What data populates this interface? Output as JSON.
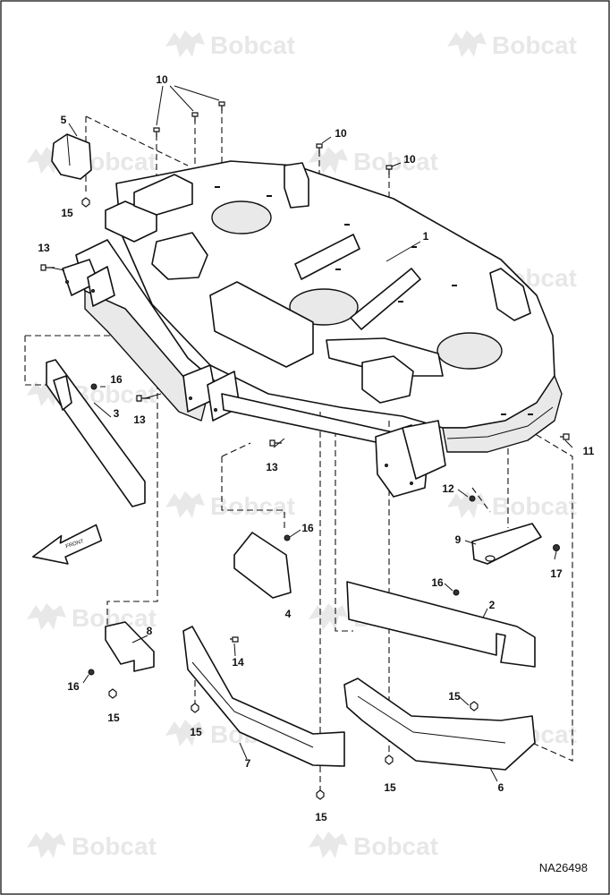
{
  "watermark": {
    "brand": "Bobcat",
    "icon": "bobcat-logo-icon"
  },
  "drawing_number": "NA26498",
  "front_arrow_label": "FRONT",
  "callouts": {
    "c1": "1",
    "c2": "2",
    "c3": "3",
    "c4": "4",
    "c5": "5",
    "c6": "6",
    "c7": "7",
    "c8": "8",
    "c9": "9",
    "c10a": "10",
    "c10b": "10",
    "c10c": "10",
    "c11": "11",
    "c12": "12",
    "c13a": "13",
    "c13b": "13",
    "c13c": "13",
    "c14": "14",
    "c15a": "15",
    "c15b": "15",
    "c15c": "15",
    "c15d": "15",
    "c15e": "15",
    "c15f": "15",
    "c16a": "16",
    "c16b": "16",
    "c16c": "16",
    "c16d": "16",
    "c17": "17"
  }
}
